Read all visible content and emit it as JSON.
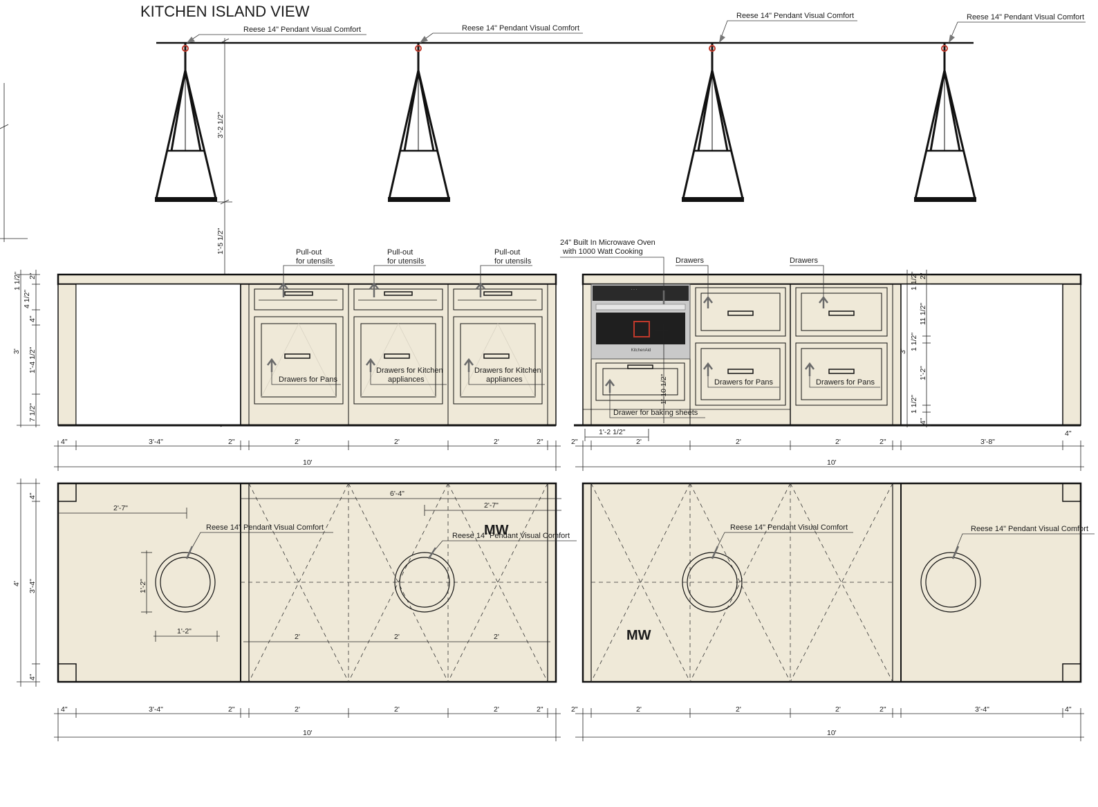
{
  "title": "KITCHEN ISLAND VIEW",
  "elevation": {
    "pendant_callouts": [
      "Reese 14\" Pendant Visual Comfort",
      "Reese 14\" Pendant Visual Comfort",
      "Reese 14\" Pendant Visual Comfort",
      "Reese 14\" Pendant Visual Comfort"
    ],
    "pendant_drop_dim": "3'-2 1/2\"",
    "pendant_clearance_dim": "1'-5 1/2\"",
    "island_height_dim": "3'",
    "cabinet_callouts": {
      "pullout_1": [
        "Pull-out",
        "for utensils"
      ],
      "pullout_2": [
        "Pull-out",
        "for utensils"
      ],
      "pullout_3": [
        "Pull-out",
        "for utensils"
      ],
      "microwave": [
        "24\" Built In Microwave Oven",
        "with 1000 Watt Cooking"
      ],
      "drawers_1": "Drawers",
      "drawers_2": "Drawers",
      "pans_1": "Drawers for Pans",
      "appliances_1": [
        "Drawers for Kitchen",
        "appliances"
      ],
      "appliances_2": [
        "Drawers for Kitchen",
        "appliances"
      ],
      "pans_2": "Drawers for Pans",
      "pans_3": "Drawers for Pans",
      "baking": "Drawer for baking sheets",
      "microwave_brand": "KitchenAid"
    },
    "left_vertical_dims": [
      "2\"",
      "1 1/2\"",
      "4 1/2\"",
      "4\"",
      "1'-4 1/2\"",
      "7 1/2\"",
      "3'"
    ],
    "right_vertical_dims": [
      "2\"",
      "1 1/2\"",
      "11 1/2\"",
      "1 1/2\"",
      "1'-2\"",
      "1 1/2\"",
      "4\"",
      "3'"
    ],
    "mw_vertical_dim": "1'-10 1/2\"",
    "mw_offset_dim": "1'-2 1/2\"",
    "dims_left": [
      "4\"",
      "3'-4\"",
      "2\"",
      "2'",
      "2'",
      "2'",
      "2\""
    ],
    "dims_right": [
      "2\"",
      "2'",
      "2'",
      "2'",
      "2\"",
      "3'-8\"",
      "4\""
    ],
    "total_left": "10'",
    "total_right": "10'"
  },
  "plan": {
    "pendant_callouts": [
      "Reese 14\" Pendant Visual Comfort",
      "Reese 14\" Pendant Visual Comfort",
      "Reese 14\" Pendant Visual Comfort",
      "Reese 14\" Pendant Visual Comfort"
    ],
    "mw_label": "MW",
    "mw_label_2": "MW",
    "dim_2_7_left": "2'-7\"",
    "dim_6_4": "6'-4\"",
    "dim_2_7_right": "2'-7\"",
    "dim_1_2_v": "1'-2\"",
    "dim_1_2_h": "1'-2\"",
    "inner_dims": [
      "2'",
      "2'",
      "2'"
    ],
    "left_vertical_dims": [
      "4\"",
      "3'-4\"",
      "4\"",
      "4'"
    ],
    "dims_left": [
      "4\"",
      "3'-4\"",
      "2\"",
      "2'",
      "2'",
      "2'",
      "2\""
    ],
    "dims_right": [
      "2\"",
      "2'",
      "2'",
      "2'",
      "2\"",
      "3'-4\"",
      "4\""
    ],
    "total_left": "10'",
    "total_right": "10'"
  }
}
